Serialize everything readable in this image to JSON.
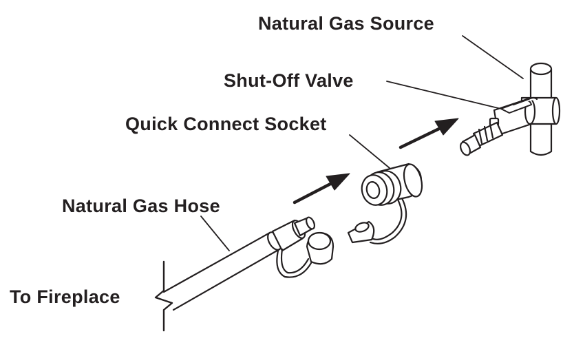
{
  "labels": {
    "natural_gas_source": "Natural Gas Source",
    "shut_off_valve": "Shut-Off Valve",
    "quick_connect_socket": "Quick Connect Socket",
    "natural_gas_hose": "Natural Gas Hose",
    "to_fireplace": "To Fireplace"
  },
  "colors": {
    "ink": "#231f20",
    "fill": "#ffffff"
  }
}
